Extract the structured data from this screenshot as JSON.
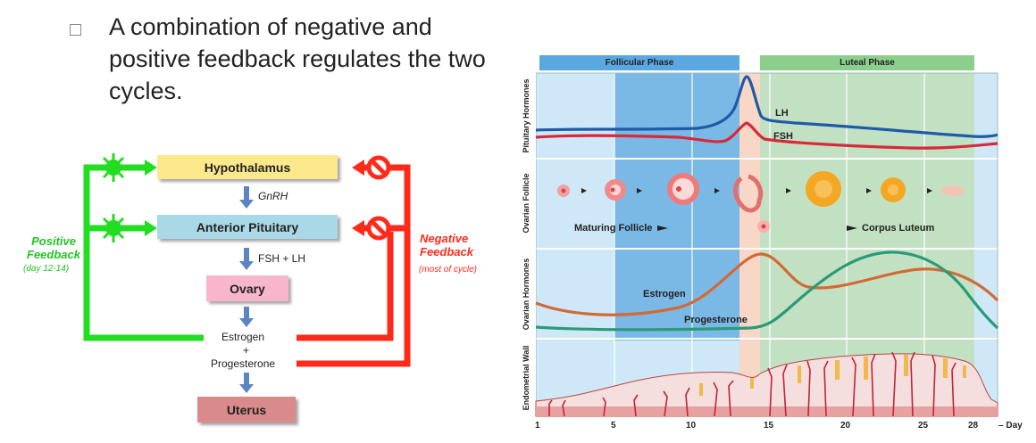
{
  "bullet_text": "A combination of negative and positive feedback regulates the two cycles.",
  "feedback_diagram": {
    "boxes": {
      "hypothalamus": "Hypothalamus",
      "anterior_pituitary": "Anterior Pituitary",
      "ovary": "Ovary",
      "uterus": "Uterus"
    },
    "arrow_labels": {
      "gnrh": "GnRH",
      "fsh_lh": "FSH + LH"
    },
    "hormones": {
      "estrogen": "Estrogen",
      "plus": "+",
      "progesterone": "Progesterone"
    },
    "positive": {
      "line1": "Positive",
      "line2": "Feedback",
      "sub": "(day 12-14)",
      "color": "#22dd22"
    },
    "negative": {
      "line1": "Negative",
      "line2": "Feedback",
      "sub": "(most of cycle)",
      "color": "#ff2a1a"
    }
  },
  "cycle_diagram": {
    "phases": {
      "follicular": "Follicular Phase",
      "luteal": "Luteal Phase"
    },
    "rows": {
      "pituitary": "Pituitary Hormones",
      "follicle": "Ovarian Follicle",
      "ovarian": "Ovarian Hormones",
      "endometrial": "Endometrial Wall"
    },
    "curve_labels": {
      "lh": "LH",
      "fsh": "FSH",
      "estrogen": "Estrogen",
      "progesterone": "Progesterone",
      "maturing": "Maturing Follicle",
      "corpus": "Corpus Luteum"
    },
    "x_ticks": [
      "1",
      "5",
      "10",
      "15",
      "20",
      "25",
      "28"
    ],
    "x_unit": "Day",
    "colors": {
      "lh": "#1f5aa8",
      "fsh": "#d8283a",
      "estrogen": "#d26a35",
      "progesterone": "#2a9a78"
    }
  }
}
